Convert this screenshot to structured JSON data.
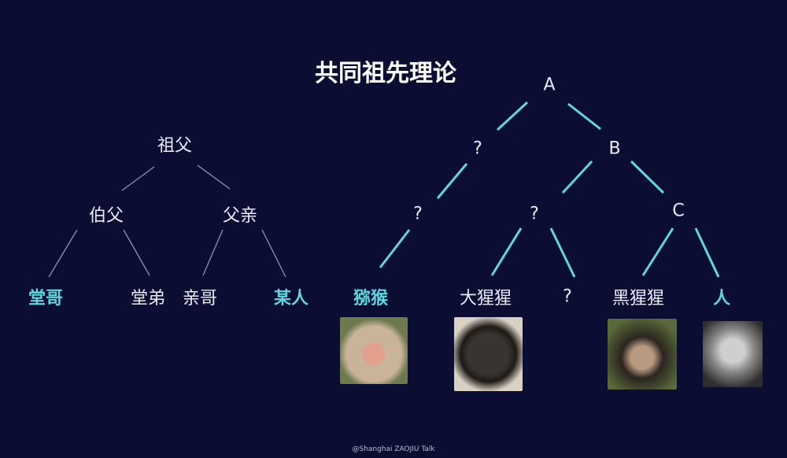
{
  "title": "共同祖先理论",
  "left_tree": {
    "root": "祖父",
    "mid_left": "伯父",
    "mid_right": "父亲",
    "leaves": [
      "堂哥",
      "堂弟",
      "亲哥",
      "某人"
    ]
  },
  "right_tree": {
    "root": "A",
    "unknown_1": "?",
    "node_b": "B",
    "unknown_2": "?",
    "unknown_3": "?",
    "node_c": "C",
    "leaves": [
      "猕猴",
      "大猩猩",
      "?",
      "黑猩猩",
      "人"
    ]
  },
  "colors": {
    "background": "#0b0d33",
    "highlight": "#5fd6e0",
    "text": "#e8ecf4"
  },
  "footer": "@Shanghai ZAOJIU Talk"
}
